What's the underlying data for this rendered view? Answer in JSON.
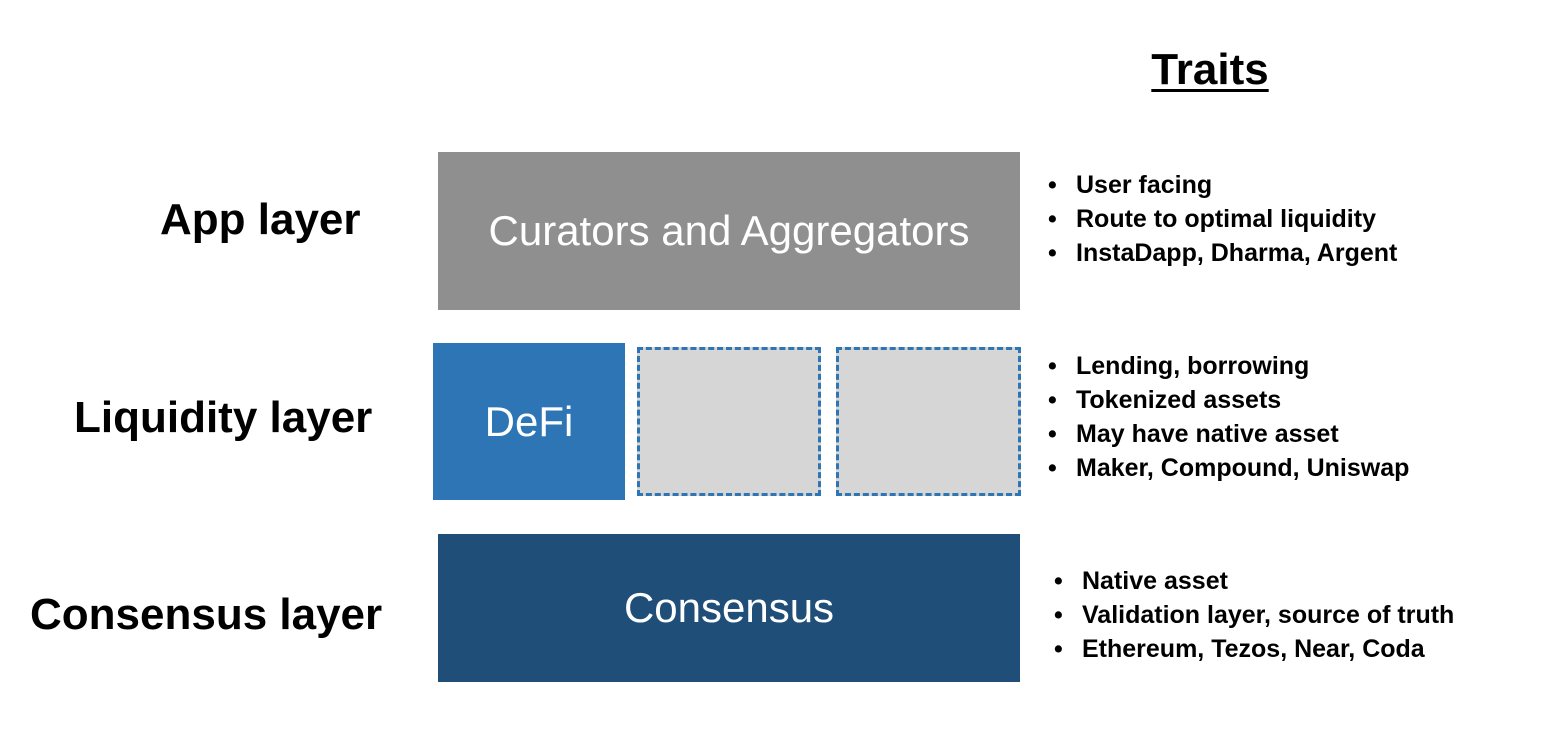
{
  "heading": "Traits",
  "colors": {
    "app_block": "#8f8f8f",
    "defi_block": "#2e75b5",
    "consensus_block": "#1f4e79",
    "placeholder_fill": "#d6d6d6",
    "placeholder_border": "#2e75b5"
  },
  "layers": [
    {
      "label": "App layer",
      "block_text": "Curators and Aggregators",
      "traits": [
        "User facing",
        "Route to optimal liquidity",
        "InstaDapp, Dharma, Argent"
      ]
    },
    {
      "label": "Liquidity layer",
      "block_text": "DeFi",
      "traits": [
        "Lending, borrowing",
        "Tokenized assets",
        "May have native asset",
        "Maker, Compound, Uniswap"
      ]
    },
    {
      "label": "Consensus layer",
      "block_text": "Consensus",
      "traits": [
        "Native asset",
        "Validation layer, source of truth",
        "Ethereum, Tezos, Near, Coda"
      ]
    }
  ]
}
